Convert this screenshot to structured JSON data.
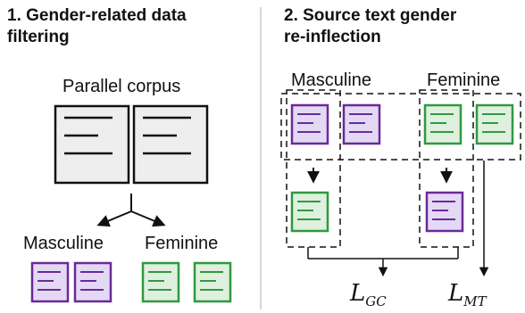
{
  "left_panel": {
    "title": "1. Gender-related data\nfiltering",
    "corpus_label": "Parallel corpus",
    "masculine_label": "Masculine",
    "feminine_label": "Feminine"
  },
  "right_panel": {
    "title": "2. Source text gender\nre-inflection",
    "masculine_label": "Masculine",
    "feminine_label": "Feminine",
    "loss_gc": {
      "symbol": "L",
      "subscript": "GC"
    },
    "loss_mt": {
      "symbol": "L",
      "subscript": "MT"
    }
  },
  "colors": {
    "neutral_fill": "#eeeeee",
    "masculine_fill": "#e4d9f4",
    "masculine_stroke": "#6a2a99",
    "feminine_fill": "#dff0df",
    "feminine_stroke": "#2f9a3f",
    "divider": "#cccccc"
  }
}
